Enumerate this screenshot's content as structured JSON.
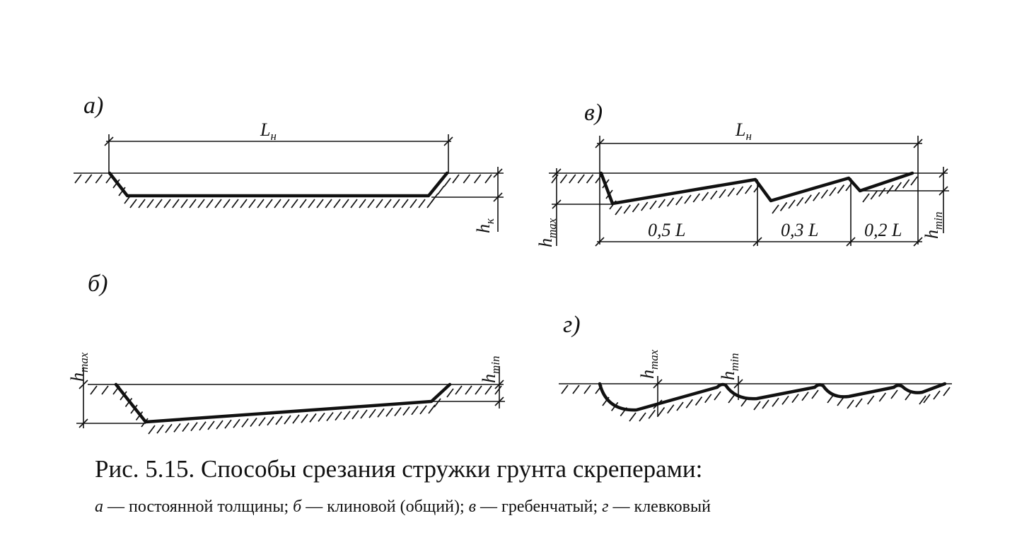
{
  "panels": {
    "a": {
      "label": "а)",
      "length": "L",
      "length_sub": "н",
      "depth": "h",
      "depth_sub": "к"
    },
    "b": {
      "label": "б)",
      "hmax": "h",
      "hmax_sub": "max",
      "hmin": "h",
      "hmin_sub": "min"
    },
    "v": {
      "label": "в)",
      "length": "L",
      "length_sub": "н",
      "hmax": "h",
      "hmax_sub": "max",
      "hmin": "h",
      "hmin_sub": "min",
      "seg1": "0,5 L",
      "seg2": "0,3 L",
      "seg3": "0,2 L"
    },
    "g": {
      "label": "г)",
      "hmax": "h",
      "hmax_sub": "max",
      "hmin": "h",
      "hmin_sub": "min"
    }
  },
  "caption": {
    "title": "Рис.  5.15. Способы срезания стружки грунта скреперами:",
    "items": [
      {
        "key": "а",
        "text": " — постоянной толщины; "
      },
      {
        "key": "б",
        "text": " — клиновой (общий); "
      },
      {
        "key": "в",
        "text": " — гребенчатый; "
      },
      {
        "key": "г",
        "text": " — клевковый"
      }
    ]
  }
}
